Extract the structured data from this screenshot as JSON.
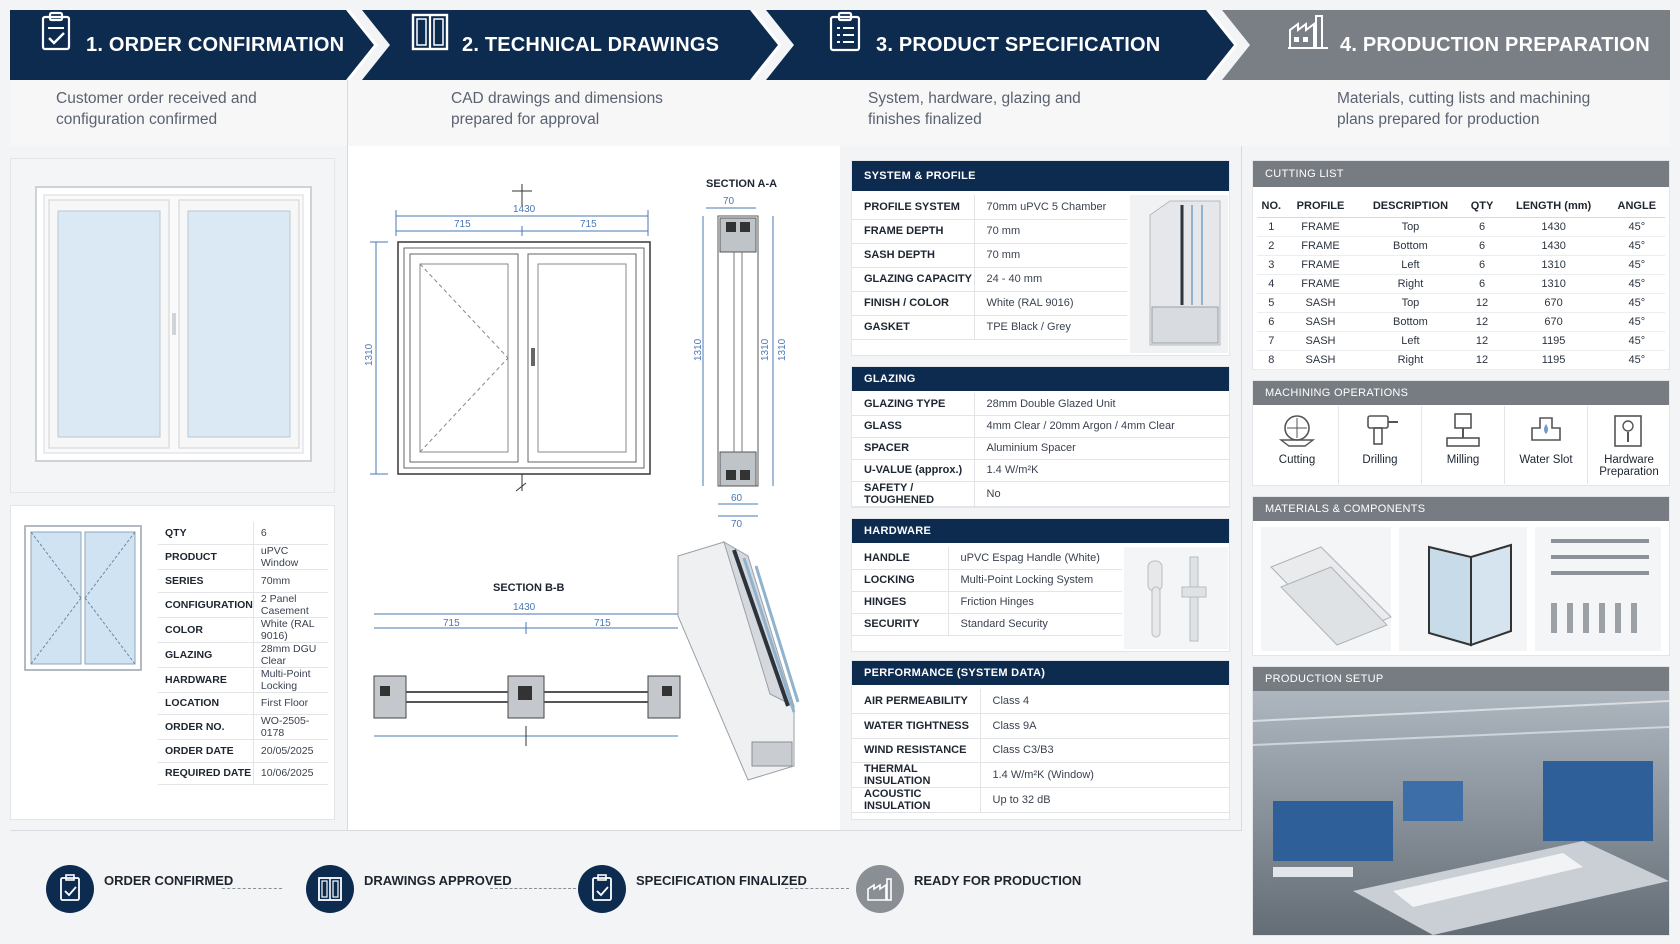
{
  "steps": [
    {
      "label": "1. ORDER CONFIRMATION",
      "icon": "clipboard-check-icon",
      "desc1": "Customer order received and",
      "desc2": "configuration confirmed"
    },
    {
      "label": "2. TECHNICAL DRAWINGS",
      "icon": "window-grid-icon",
      "desc1": "CAD drawings and dimensions",
      "desc2": "prepared for approval"
    },
    {
      "label": "3. PRODUCT SPECIFICATION",
      "icon": "checklist-icon",
      "desc1": "System, hardware, glazing and",
      "desc2": "finishes finalized"
    },
    {
      "label": "4. PRODUCTION PREPARATION",
      "icon": "factory-icon",
      "desc1": "Materials, cutting lists and machining",
      "desc2": "plans prepared for production"
    }
  ],
  "colors": {
    "navy": "#0d2a4f",
    "grey": "#777c83",
    "dim": "#4b77b5"
  },
  "order": {
    "rows": [
      {
        "k": "QTY",
        "v": "6"
      },
      {
        "k": "PRODUCT",
        "v": "uPVC Window"
      },
      {
        "k": "SERIES",
        "v": "70mm"
      },
      {
        "k": "CONFIGURATION",
        "v": "2 Panel Casement"
      },
      {
        "k": "COLOR",
        "v": "White (RAL 9016)"
      },
      {
        "k": "GLAZING",
        "v": "28mm DGU Clear"
      },
      {
        "k": "HARDWARE",
        "v": "Multi-Point Locking"
      },
      {
        "k": "LOCATION",
        "v": "First Floor"
      },
      {
        "k": "ORDER NO.",
        "v": "WO-2505-0178"
      },
      {
        "k": "ORDER DATE",
        "v": "20/05/2025"
      },
      {
        "k": "REQUIRED DATE",
        "v": "10/06/2025"
      }
    ]
  },
  "drawings": {
    "section_aa": "SECTION A-A",
    "section_bb": "SECTION B-B",
    "width_total": "1430",
    "width_half": "715",
    "height": "1310",
    "depth": "70",
    "glass": "60"
  },
  "spec": {
    "system": {
      "title": "SYSTEM & PROFILE",
      "rows": [
        {
          "k": "PROFILE SYSTEM",
          "v": "70mm uPVC 5 Chamber"
        },
        {
          "k": "FRAME DEPTH",
          "v": "70 mm"
        },
        {
          "k": "SASH DEPTH",
          "v": "70 mm"
        },
        {
          "k": "GLAZING CAPACITY",
          "v": "24 - 40 mm"
        },
        {
          "k": "FINISH / COLOR",
          "v": "White (RAL 9016)"
        },
        {
          "k": "GASKET",
          "v": "TPE Black / Grey"
        }
      ]
    },
    "glazing": {
      "title": "GLAZING",
      "rows": [
        {
          "k": "GLAZING TYPE",
          "v": "28mm Double Glazed Unit"
        },
        {
          "k": "GLASS",
          "v": "4mm Clear / 20mm Argon / 4mm Clear"
        },
        {
          "k": "SPACER",
          "v": "Aluminium Spacer"
        },
        {
          "k": "U-VALUE (approx.)",
          "v": "1.4 W/m²K"
        },
        {
          "k": "SAFETY / TOUGHENED",
          "v": "No"
        }
      ]
    },
    "hardware": {
      "title": "HARDWARE",
      "rows": [
        {
          "k": "HANDLE",
          "v": "uPVC Espag Handle (White)"
        },
        {
          "k": "LOCKING",
          "v": "Multi-Point Locking System"
        },
        {
          "k": "HINGES",
          "v": "Friction Hinges"
        },
        {
          "k": "SECURITY",
          "v": "Standard Security"
        }
      ]
    },
    "performance": {
      "title": "PERFORMANCE (SYSTEM DATA)",
      "rows": [
        {
          "k": "AIR PERMEABILITY",
          "v": "Class 4"
        },
        {
          "k": "WATER TIGHTNESS",
          "v": "Class 9A"
        },
        {
          "k": "WIND RESISTANCE",
          "v": "Class C3/B3"
        },
        {
          "k": "THERMAL INSULATION",
          "v": "1.4 W/m²K (Window)"
        },
        {
          "k": "ACOUSTIC INSULATION",
          "v": "Up to 32 dB"
        }
      ]
    }
  },
  "production": {
    "cutting_title": "CUTTING LIST",
    "cutting_headers": [
      "NO.",
      "PROFILE",
      "DESCRIPTION",
      "QTY",
      "LENGTH (mm)",
      "ANGLE"
    ],
    "cutting_rows": [
      [
        "1",
        "FRAME",
        "Top",
        "6",
        "1430",
        "45°"
      ],
      [
        "2",
        "FRAME",
        "Bottom",
        "6",
        "1430",
        "45°"
      ],
      [
        "3",
        "FRAME",
        "Left",
        "6",
        "1310",
        "45°"
      ],
      [
        "4",
        "FRAME",
        "Right",
        "6",
        "1310",
        "45°"
      ],
      [
        "5",
        "SASH",
        "Top",
        "12",
        "670",
        "45°"
      ],
      [
        "6",
        "SASH",
        "Bottom",
        "12",
        "670",
        "45°"
      ],
      [
        "7",
        "SASH",
        "Left",
        "12",
        "1195",
        "45°"
      ],
      [
        "8",
        "SASH",
        "Right",
        "12",
        "1195",
        "45°"
      ]
    ],
    "machining_title": "MACHINING OPERATIONS",
    "machining_ops": [
      {
        "label": "Cutting",
        "icon": "saw-icon"
      },
      {
        "label": "Drilling",
        "icon": "drill-icon"
      },
      {
        "label": "Milling",
        "icon": "milling-icon"
      },
      {
        "label": "Water Slot",
        "icon": "water-slot-icon"
      },
      {
        "label": "Hardware Preparation",
        "icon": "hardware-icon"
      }
    ],
    "materials_title": "MATERIALS & COMPONENTS",
    "setup_title": "PRODUCTION SETUP"
  },
  "status": [
    {
      "label": "ORDER CONFIRMED",
      "icon": "clipboard-check-icon"
    },
    {
      "label": "DRAWINGS APPROVED",
      "icon": "window-grid-icon"
    },
    {
      "label": "SPECIFICATION FINALIZED",
      "icon": "clipboard-check-icon"
    },
    {
      "label": "READY FOR PRODUCTION",
      "icon": "factory-icon"
    }
  ]
}
